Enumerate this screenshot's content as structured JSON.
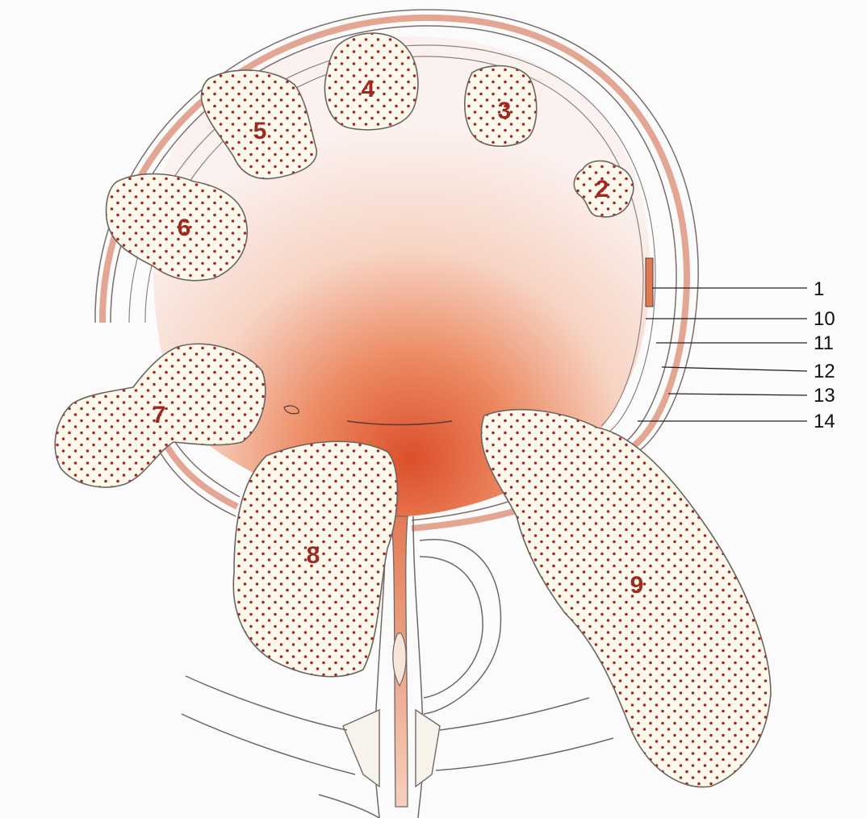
{
  "tumors": [
    {
      "id": "t2",
      "label": "2"
    },
    {
      "id": "t3",
      "label": "3"
    },
    {
      "id": "t4",
      "label": "4"
    },
    {
      "id": "t5",
      "label": "5"
    },
    {
      "id": "t6",
      "label": "6"
    },
    {
      "id": "t7",
      "label": "7"
    },
    {
      "id": "t8",
      "label": "8"
    },
    {
      "id": "t9",
      "label": "9"
    }
  ],
  "layer_labels": [
    "1",
    "10",
    "11",
    "12",
    "13",
    "14"
  ],
  "colors": {
    "tumor_dot": "#a8261f",
    "tumor_fill": "#fbf8ec",
    "lumen_center": "#e0663f",
    "wall_pink": "#e2a693",
    "background": "#fbfbfb"
  }
}
